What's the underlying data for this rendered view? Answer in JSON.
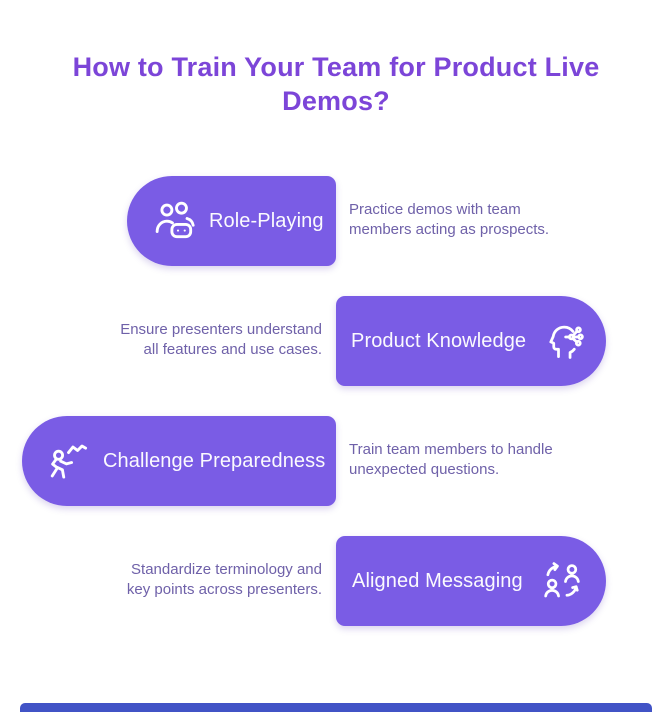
{
  "title": {
    "full": "How to Train Your Team for Product Live Demos?",
    "lines": [
      "How to Train Your Team for Product Live",
      "Demos?"
    ]
  },
  "colors": {
    "background": "#FFFFFF",
    "pill": "#7A5CE5",
    "title_text": "#7C45D8",
    "description_text": "#6F61A9",
    "pill_text": "#FFFFFF",
    "footer_bar": "#4153C6"
  },
  "steps": [
    {
      "label": "Role-Playing",
      "icon": "role-playing-icon",
      "pill_side": "left",
      "description": "Practice demos with team members acting as prospects.",
      "lines": [
        "Practice demos with team",
        "members acting as prospects."
      ]
    },
    {
      "label": "Product Knowledge",
      "icon": "product-knowledge-icon",
      "pill_side": "right",
      "description": "Ensure presenters understand all features and use cases.",
      "lines": [
        "Ensure presenters understand",
        "all features and use cases."
      ]
    },
    {
      "label": "Challenge Preparedness",
      "icon": "challenge-preparedness-icon",
      "pill_side": "left",
      "description": "Train team members to handle unexpected questions.",
      "lines": [
        "Train team members to handle",
        "unexpected questions."
      ]
    },
    {
      "label": "Aligned Messaging",
      "icon": "aligned-messaging-icon",
      "pill_side": "right",
      "description": "Standardize terminology and key points across presenters.",
      "lines": [
        "Standardize terminology and",
        "key points across presenters."
      ]
    }
  ]
}
